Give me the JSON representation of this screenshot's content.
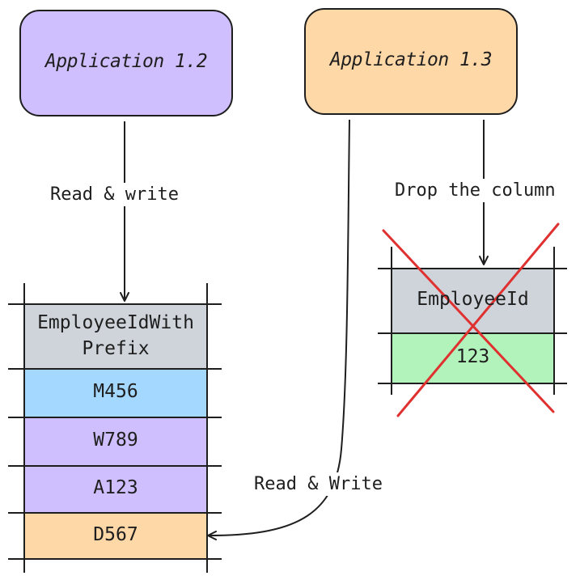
{
  "diagram": {
    "nodes": {
      "app_left": {
        "label": "Application 1.2",
        "fill": "#d0bfff"
      },
      "app_right": {
        "label": "Application 1.3",
        "fill": "#ffd8a8"
      }
    },
    "edges": {
      "left_rw": {
        "label": "Read & write"
      },
      "drop": {
        "label": "Drop the column"
      },
      "right_rw": {
        "label": "Read & Write"
      }
    },
    "left_table": {
      "header": {
        "line1": "EmployeeIdWith",
        "line2": "Prefix",
        "fill": "#ced4da"
      },
      "rows": [
        {
          "value": "M456",
          "fill": "#a5d8ff"
        },
        {
          "value": "W789",
          "fill": "#d0bfff"
        },
        {
          "value": "A123",
          "fill": "#d0bfff"
        },
        {
          "value": "D567",
          "fill": "#ffd8a8"
        }
      ]
    },
    "right_table": {
      "header": {
        "label": "EmployeeId",
        "fill": "#ced4da"
      },
      "rows": [
        {
          "value": "123",
          "fill": "#b2f2bb"
        }
      ],
      "crossed_out": true,
      "cross_color": "#e03131"
    },
    "stroke_color": "#1e1e1e"
  }
}
